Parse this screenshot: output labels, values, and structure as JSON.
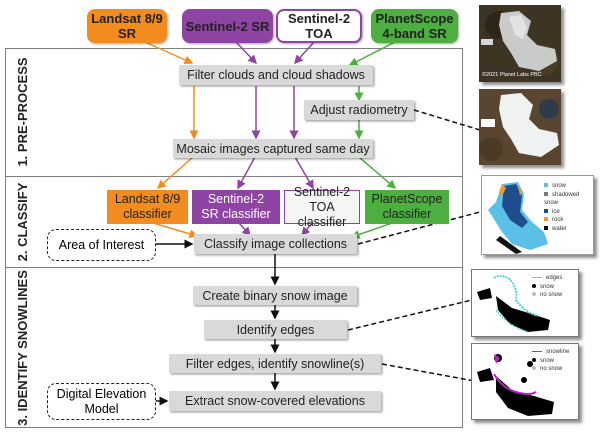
{
  "colors": {
    "landsat": "#f28c1f",
    "sentinel": "#8e44a3",
    "planetscope": "#4caf3f",
    "step_fill": "#d9d9d9",
    "arrow_black": "#111111",
    "section_border": "#7f7f7f"
  },
  "sources": [
    {
      "label": "Landsat 8/9\nSR",
      "line1": "Landsat 8/9",
      "line2": "SR"
    },
    {
      "label": "Sentinel-2 SR"
    },
    {
      "line1": "Sentinel-2",
      "line2": "TOA"
    },
    {
      "line1": "PlanetScope",
      "line2": "4-band SR"
    }
  ],
  "sections": [
    {
      "label": "1. PRE-PROCESS"
    },
    {
      "label": "2. CLASSIFY"
    },
    {
      "label": "3. IDENTIFY SNOWLINES"
    }
  ],
  "preprocess": {
    "filter": "Filter clouds and cloud shadows",
    "adjust": "Adjust radiometry",
    "mosaic": "Mosaic images captured same day"
  },
  "classify": {
    "classifiers": [
      {
        "line1": "Landsat 8/9",
        "line2": "classifier"
      },
      {
        "line1": "Sentinel-2",
        "line2": "SR classifier"
      },
      {
        "line1": "Sentinel-2",
        "line2": "TOA classifier"
      },
      {
        "line1": "PlanetScope",
        "line2": "classifier"
      }
    ],
    "aoi": "Area of Interest",
    "collections": "Classify image collections"
  },
  "snowlines": {
    "binary": "Create binary snow image",
    "edges": "Identify edges",
    "filter": "Filter edges, identify snowline(s)",
    "dem_line1": "Digital Elevation",
    "dem_line2": "Model",
    "extract": "Extract snow-covered elevations"
  },
  "thumbnails": {
    "raw_credit": "©2021 Planet Labs PBC",
    "classified_legend": [
      {
        "label": "snow",
        "color": "#5bc0e8"
      },
      {
        "label": "shadowed snow",
        "color": "#7a7a7a"
      },
      {
        "label": "ice",
        "color": "#1f4e8c"
      },
      {
        "label": "rock",
        "color": "#f29a2e"
      },
      {
        "label": "water",
        "color": "#111111"
      }
    ],
    "edges_legend": [
      {
        "label": "edges",
        "color": "#4fd1d9",
        "kind": "line"
      },
      {
        "label": "snow",
        "color": "#000000",
        "kind": "dot"
      },
      {
        "label": "no snow",
        "color": "#bbbbbb",
        "kind": "dot"
      }
    ],
    "snowline_legend": [
      {
        "label": "snowline",
        "color": "#c21fc9",
        "kind": "line"
      },
      {
        "label": "snow",
        "color": "#000000",
        "kind": "dot"
      },
      {
        "label": "no snow",
        "color": "#bbbbbb",
        "kind": "dot"
      }
    ]
  }
}
